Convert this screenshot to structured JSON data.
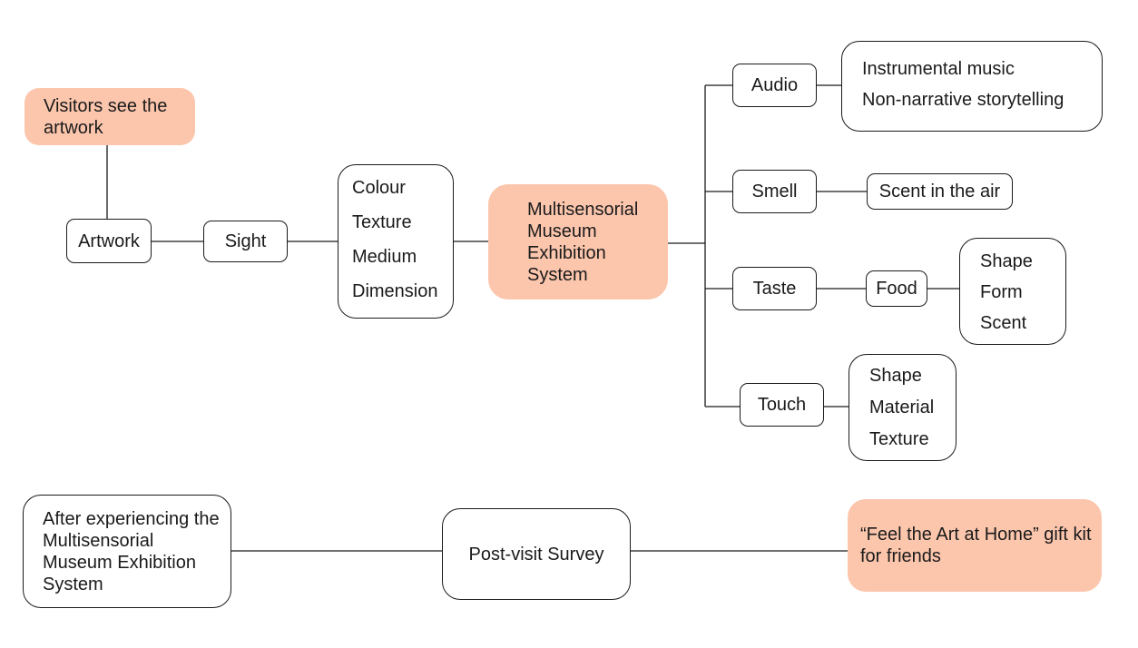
{
  "diagram": {
    "visitors_see": "Visitors see the artwork",
    "artwork": "Artwork",
    "sight": "Sight",
    "sight_attributes": [
      "Colour",
      "Texture",
      "Medium",
      "Dimension"
    ],
    "center": "Multisensorial Museum Exhibition System",
    "senses": {
      "audio": "Audio",
      "audio_details": [
        "Instrumental music",
        "Non-narrative storytelling"
      ],
      "smell": "Smell",
      "smell_detail": "Scent in the air",
      "taste": "Taste",
      "food": "Food",
      "food_details": [
        "Shape",
        "Form",
        "Scent"
      ],
      "touch": "Touch",
      "touch_details": [
        "Shape",
        "Material",
        "Texture"
      ]
    },
    "after": "After experiencing the Multisensorial Museum Exhibition System",
    "survey": "Post-visit Survey",
    "gift": "“Feel the Art at Home” gift kit for friends"
  },
  "colors": {
    "highlight": "#fcc6ad",
    "stroke": "#1a1a1a"
  }
}
